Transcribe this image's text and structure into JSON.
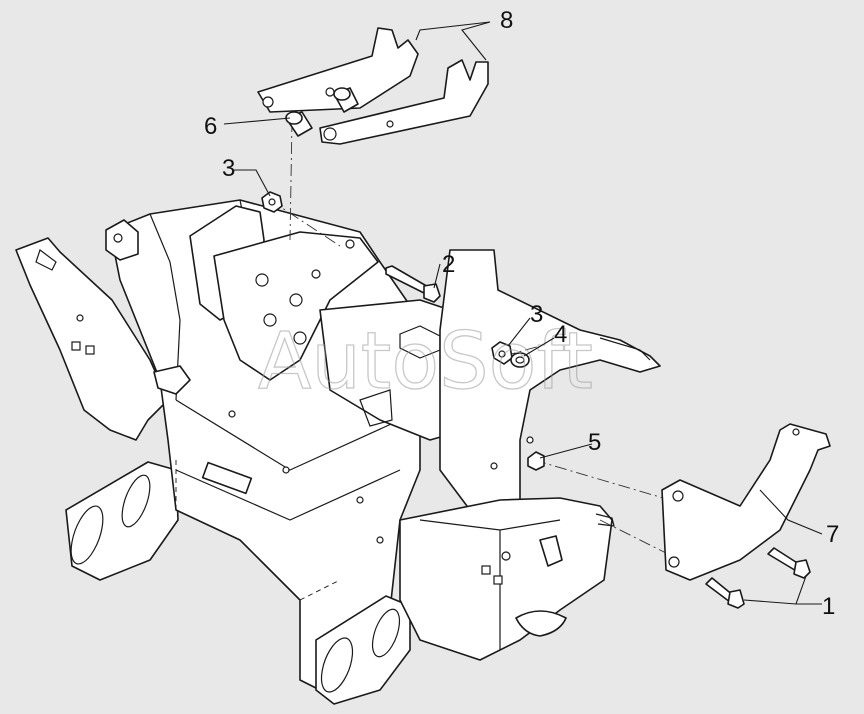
{
  "watermark": "AutoSoft",
  "callouts": [
    {
      "id": "c8",
      "label": "8"
    },
    {
      "id": "c6",
      "label": "6"
    },
    {
      "id": "c3a",
      "label": "3"
    },
    {
      "id": "c2",
      "label": "2"
    },
    {
      "id": "c3b",
      "label": "3"
    },
    {
      "id": "c4",
      "label": "4"
    },
    {
      "id": "c5",
      "label": "5"
    },
    {
      "id": "c7",
      "label": "7"
    },
    {
      "id": "c1",
      "label": "1"
    }
  ]
}
